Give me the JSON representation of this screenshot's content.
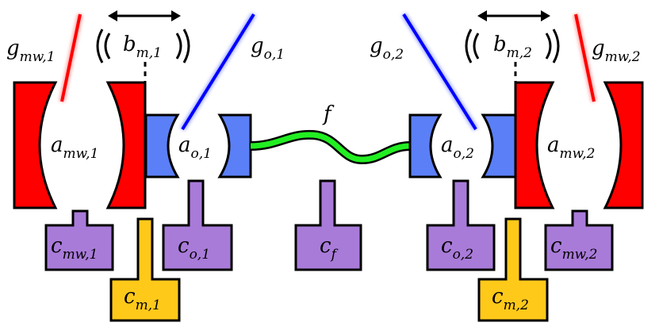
{
  "labels": {
    "g_mw1": {
      "base": "g",
      "sub": "mw,1"
    },
    "b_m1": {
      "base": "b",
      "sub": "m,1"
    },
    "g_o1": {
      "base": "g",
      "sub": "o,1"
    },
    "a_mw1": {
      "base": "a",
      "sub": "mw,1"
    },
    "a_o1": {
      "base": "a",
      "sub": "o,1"
    },
    "f": {
      "base": "f"
    },
    "g_o2": {
      "base": "g",
      "sub": "o,2"
    },
    "b_m2": {
      "base": "b",
      "sub": "m,2"
    },
    "g_mw2": {
      "base": "g",
      "sub": "mw,2"
    },
    "a_o2": {
      "base": "a",
      "sub": "o,2"
    },
    "a_mw2": {
      "base": "a",
      "sub": "mw,2"
    },
    "c_mw1": {
      "base": "c",
      "sub": "mw,1"
    },
    "c_m1": {
      "base": "c",
      "sub": "m,1"
    },
    "c_o1": {
      "base": "c",
      "sub": "o,1"
    },
    "c_f": {
      "base": "c",
      "sub": "f"
    },
    "c_o2": {
      "base": "c",
      "sub": "o,2"
    },
    "c_m2": {
      "base": "c",
      "sub": "m,2"
    },
    "c_mw2": {
      "base": "c",
      "sub": "mw,2"
    }
  },
  "colors": {
    "mw_mirror": "#ff0000",
    "optical_mirror": "#5b7ff7",
    "fiber": "#22ee22",
    "cooling_block": "#a97bd9",
    "mechanical_block": "#ffc91a",
    "mw_beam": "#ff0000",
    "optical_beam": "#0000ff"
  }
}
